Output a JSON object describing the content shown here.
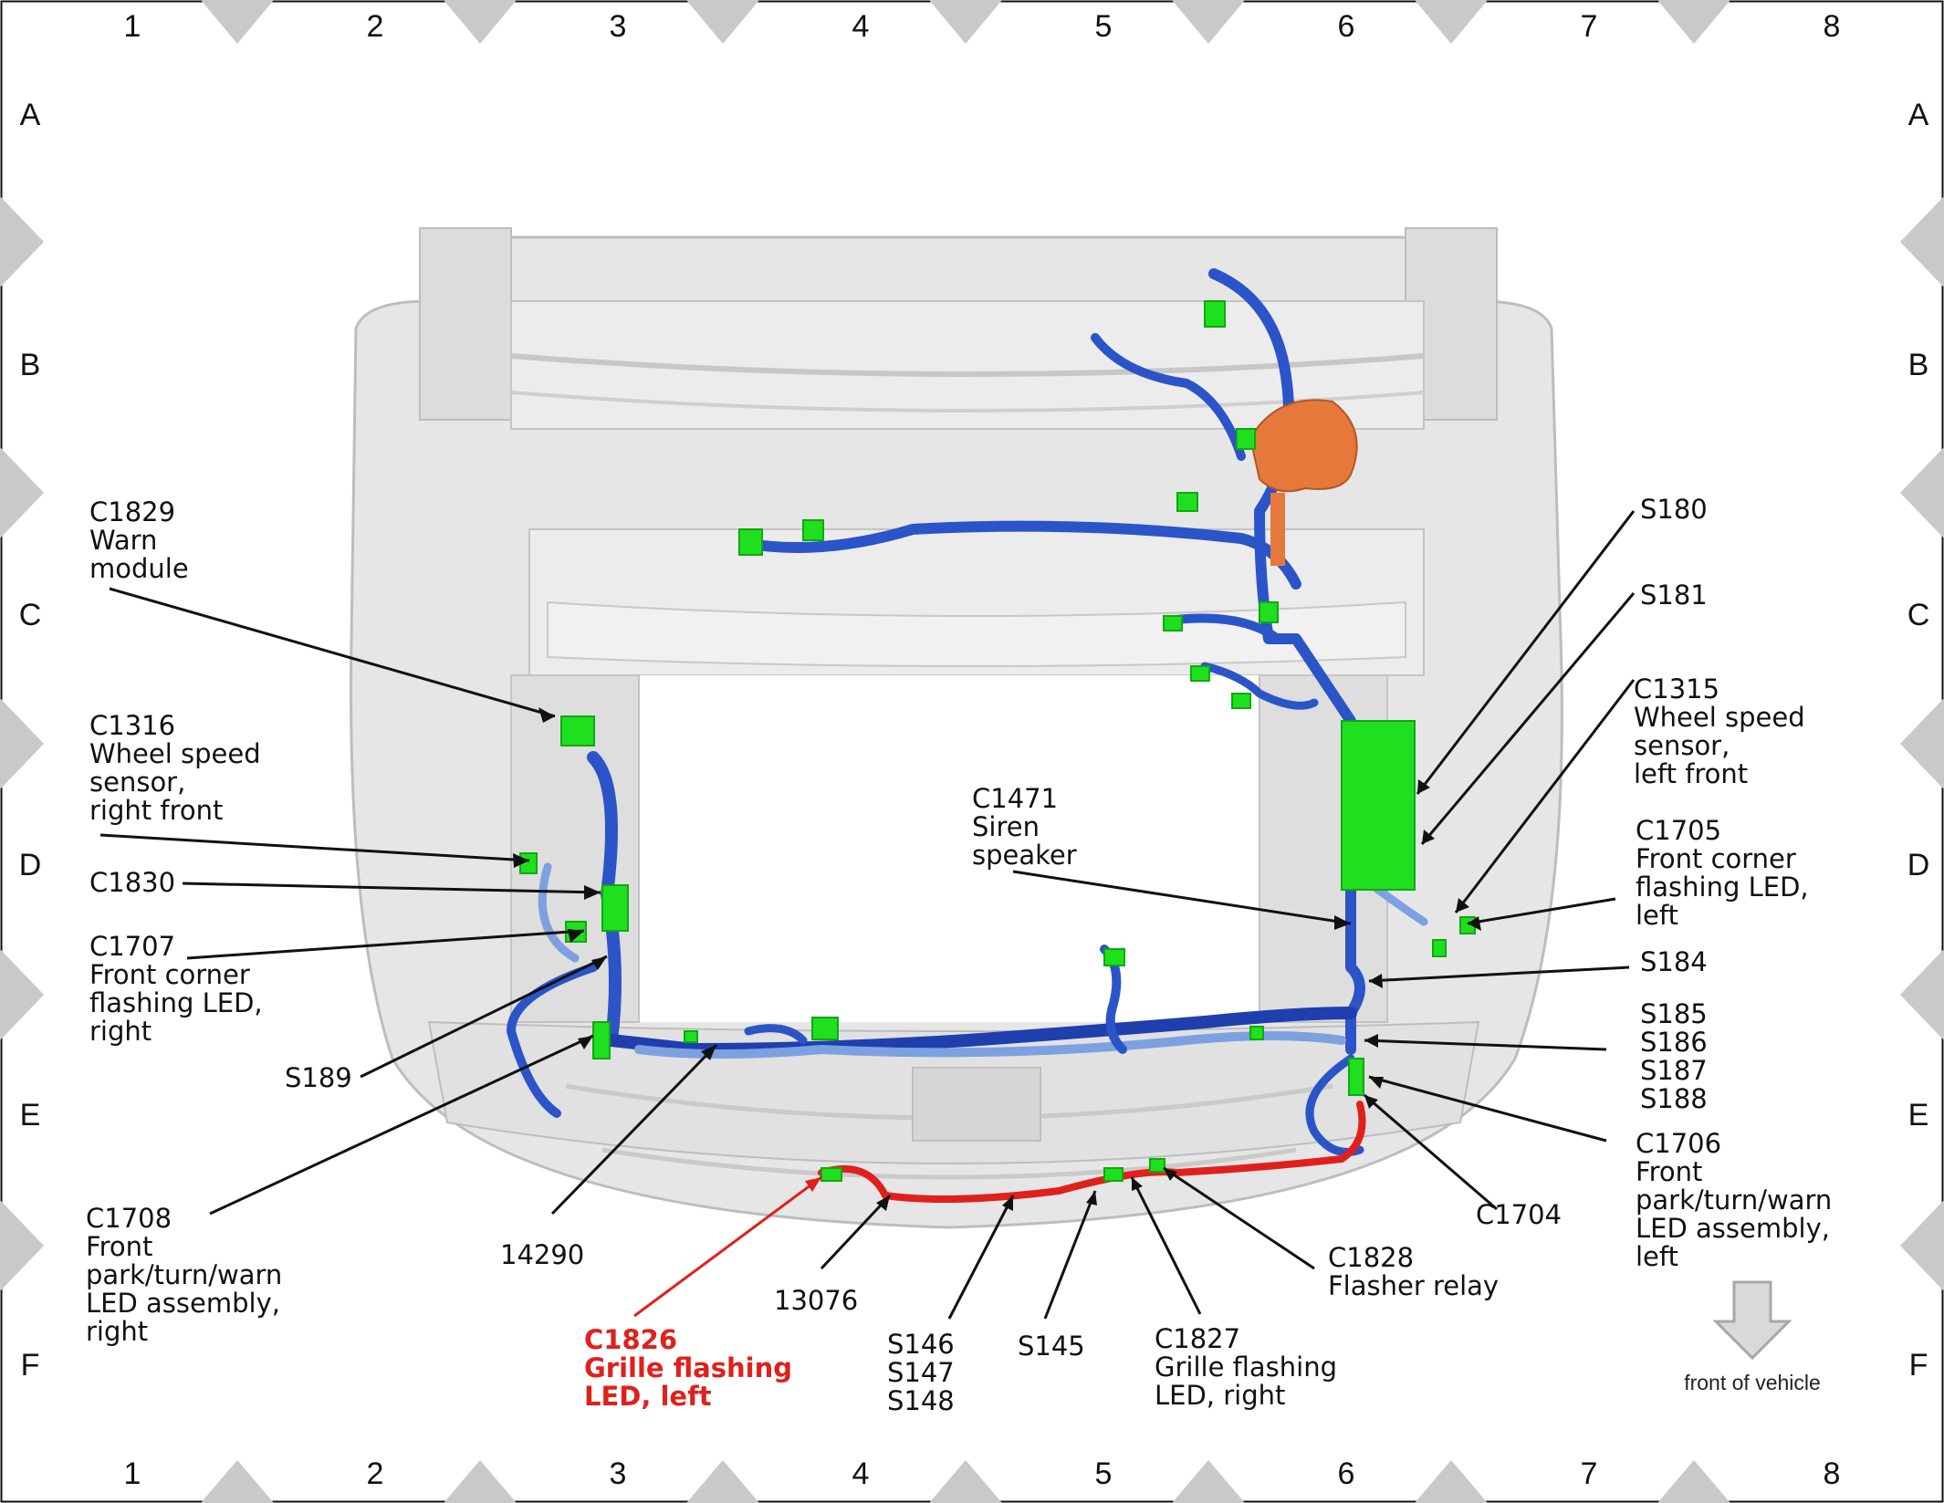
{
  "grid": {
    "columns": [
      "1",
      "2",
      "3",
      "4",
      "5",
      "6",
      "7",
      "8"
    ],
    "rows": [
      "A",
      "B",
      "C",
      "D",
      "E",
      "F"
    ]
  },
  "labels": {
    "c1829": {
      "code": "C1829",
      "lines": [
        "Warn",
        "module"
      ]
    },
    "c1316": {
      "code": "C1316",
      "lines": [
        "Wheel speed",
        "sensor,",
        "right front"
      ]
    },
    "c1830": {
      "code": "C1830",
      "lines": []
    },
    "c1707": {
      "code": "C1707",
      "lines": [
        "Front corner",
        "flashing LED,",
        "right"
      ]
    },
    "s189": {
      "code": "S189",
      "lines": []
    },
    "c1708": {
      "code": "C1708",
      "lines": [
        "Front",
        "park/turn/warn",
        "LED assembly,",
        "right"
      ]
    },
    "p14290": {
      "code": "14290",
      "lines": []
    },
    "c1826": {
      "code": "C1826",
      "lines": [
        "Grille flashing",
        "LED, left"
      ]
    },
    "p13076": {
      "code": "13076",
      "lines": []
    },
    "s146": {
      "code": "S146",
      "lines": [
        "S147",
        "S148"
      ]
    },
    "s145": {
      "code": "S145",
      "lines": []
    },
    "c1827": {
      "code": "C1827",
      "lines": [
        "Grille flashing",
        "LED, right"
      ]
    },
    "c1828": {
      "code": "C1828",
      "lines": [
        "Flasher relay"
      ]
    },
    "c1704": {
      "code": "C1704",
      "lines": []
    },
    "c1706": {
      "code": "C1706",
      "lines": [
        "Front",
        "park/turn/warn",
        "LED assembly,",
        "left"
      ]
    },
    "s185": {
      "code": "S185",
      "lines": [
        "S186",
        "S187",
        "S188"
      ]
    },
    "s184": {
      "code": "S184",
      "lines": []
    },
    "c1705": {
      "code": "C1705",
      "lines": [
        "Front corner",
        "flashing LED,",
        "left"
      ]
    },
    "c1315": {
      "code": "C1315",
      "lines": [
        "Wheel speed",
        "sensor,",
        "left front"
      ]
    },
    "s181": {
      "code": "S181",
      "lines": []
    },
    "s180": {
      "code": "S180",
      "lines": []
    },
    "c1471": {
      "code": "C1471",
      "lines": [
        "Siren",
        "speaker"
      ]
    }
  },
  "orientation": {
    "text": "front of vehicle"
  },
  "colors": {
    "harness": "#2b54c8",
    "harness_light": "#7da0e0",
    "connector": "#1fe01f",
    "highlight": "#e0201c",
    "relay": "#e6783c",
    "body": "#e2e2e2"
  }
}
